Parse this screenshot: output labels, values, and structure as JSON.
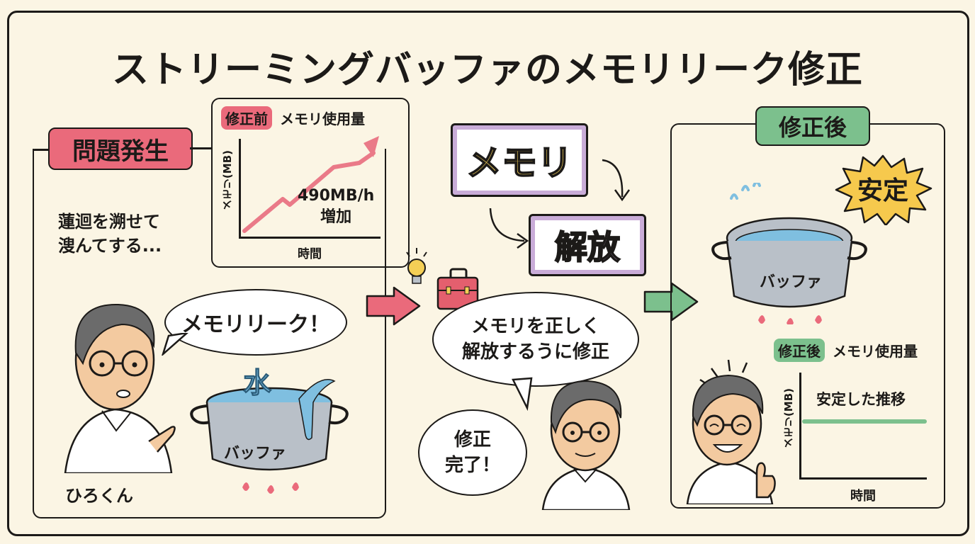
{
  "title": "ストリーミングバッファのメモリリーク修正",
  "problem": {
    "tag": "問題発生",
    "description_line1": "蓮迴を溯せて",
    "description_line2": "溲んてする...",
    "speech": "メモリリーク！",
    "character_name": "ひろくん",
    "pot_label": "バッファ",
    "water_label": "水"
  },
  "before_chart": {
    "badge": "修正前",
    "title": "メモリ使用量",
    "ylabel": "メモリ(MB)",
    "xlabel": "時間",
    "annotation_line1": "490MB/h",
    "annotation_line2": "増加"
  },
  "process": {
    "word1": "メモリ",
    "word2": "解放",
    "fix_speech_line1": "メモリを正しく",
    "fix_speech_line2": "解放するうに修正",
    "done_speech_line1": "修正",
    "done_speech_line2": "完了！"
  },
  "after": {
    "tag": "修正後",
    "burst": "安定",
    "pot_label": "バッファ",
    "chart_badge": "修正後",
    "chart_title": "メモリ使用量",
    "chart_ylabel": "メモリ(MB)",
    "chart_xlabel": "時間",
    "chart_annotation": "安定した推移"
  },
  "colors": {
    "background": "#fbf5e4",
    "problem_red": "#ea6a7b",
    "fixed_green": "#7cc08d",
    "memory_purple": "#c9acd8",
    "memory_yellow": "#f4cf56",
    "water_blue": "#7fbfe0",
    "pot_gray": "#b9c0c8",
    "burst_yellow": "#f6c94d"
  },
  "chart_data": [
    {
      "type": "line",
      "title": "修正前 メモリ使用量",
      "xlabel": "時間",
      "ylabel": "メモリ(MB)",
      "x": [
        0,
        1,
        2,
        3,
        4,
        5,
        6
      ],
      "values": [
        0,
        2,
        4,
        3.4,
        6,
        6.8,
        9.5
      ],
      "annotation": "490MB/h 増加",
      "grid": false
    },
    {
      "type": "line",
      "title": "修正後 メモリ使用量",
      "xlabel": "時間",
      "ylabel": "メモリ(MB)",
      "x": [
        0,
        1,
        2,
        3,
        4,
        5,
        6
      ],
      "values": [
        5,
        5,
        5,
        5,
        5,
        5,
        5
      ],
      "annotation": "安定した推移",
      "grid": false
    }
  ]
}
